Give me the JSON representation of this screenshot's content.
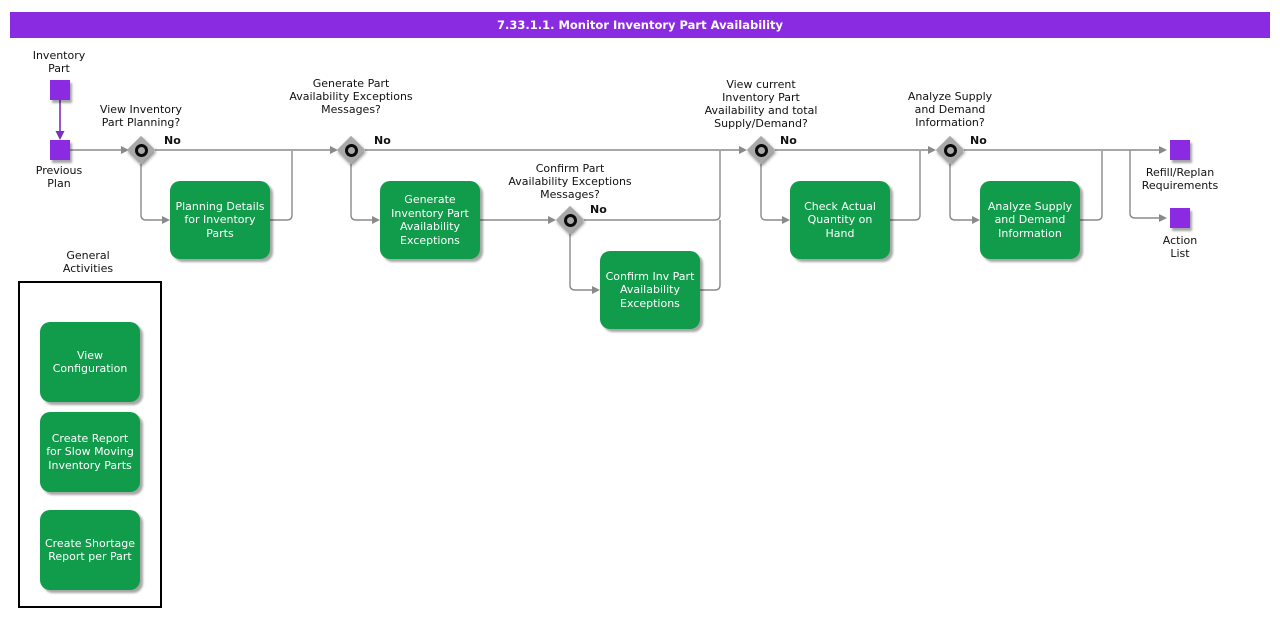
{
  "header": {
    "title": "7.33.1.1. Monitor Inventory Part Availability"
  },
  "colors": {
    "accent_purple": "#8A2BE2",
    "task_green": "#109C4B",
    "wire_gray": "#8A8A8A",
    "gateway_gray": "#A9A9A9"
  },
  "start": {
    "input_label": "Inventory\nPart",
    "plan_label": "Previous\nPlan"
  },
  "gateways": [
    {
      "question": "View Inventory\nPart Planning?",
      "no_label": "No"
    },
    {
      "question": "Generate Part\nAvailability Exceptions\nMessages?",
      "no_label": "No"
    },
    {
      "question": "Confirm Part\nAvailability Exceptions\nMessages?",
      "no_label": "No"
    },
    {
      "question": "View current\nInventory Part\nAvailability and total\nSupply/Demand?",
      "no_label": "No"
    },
    {
      "question": "Analyze Supply\nand Demand\nInformation?",
      "no_label": "No"
    }
  ],
  "tasks": [
    {
      "label": "Planning Details\nfor Inventory\nParts"
    },
    {
      "label": "Generate\nInventory Part\nAvailability\nExceptions"
    },
    {
      "label": "Confirm Inv Part\nAvailability\nExceptions"
    },
    {
      "label": "Check Actual\nQuantity on\nHand"
    },
    {
      "label": "Analyze Supply\nand Demand\nInformation"
    }
  ],
  "outputs": [
    {
      "label": "Refill/Replan\nRequirements"
    },
    {
      "label": "Action\nList"
    }
  ],
  "general_activities": {
    "title": "General\nActivities",
    "items": [
      {
        "label": "View\nConfiguration"
      },
      {
        "label": "Create Report\nfor Slow Moving\nInventory Parts"
      },
      {
        "label": "Create Shortage\nReport per Part"
      }
    ]
  }
}
